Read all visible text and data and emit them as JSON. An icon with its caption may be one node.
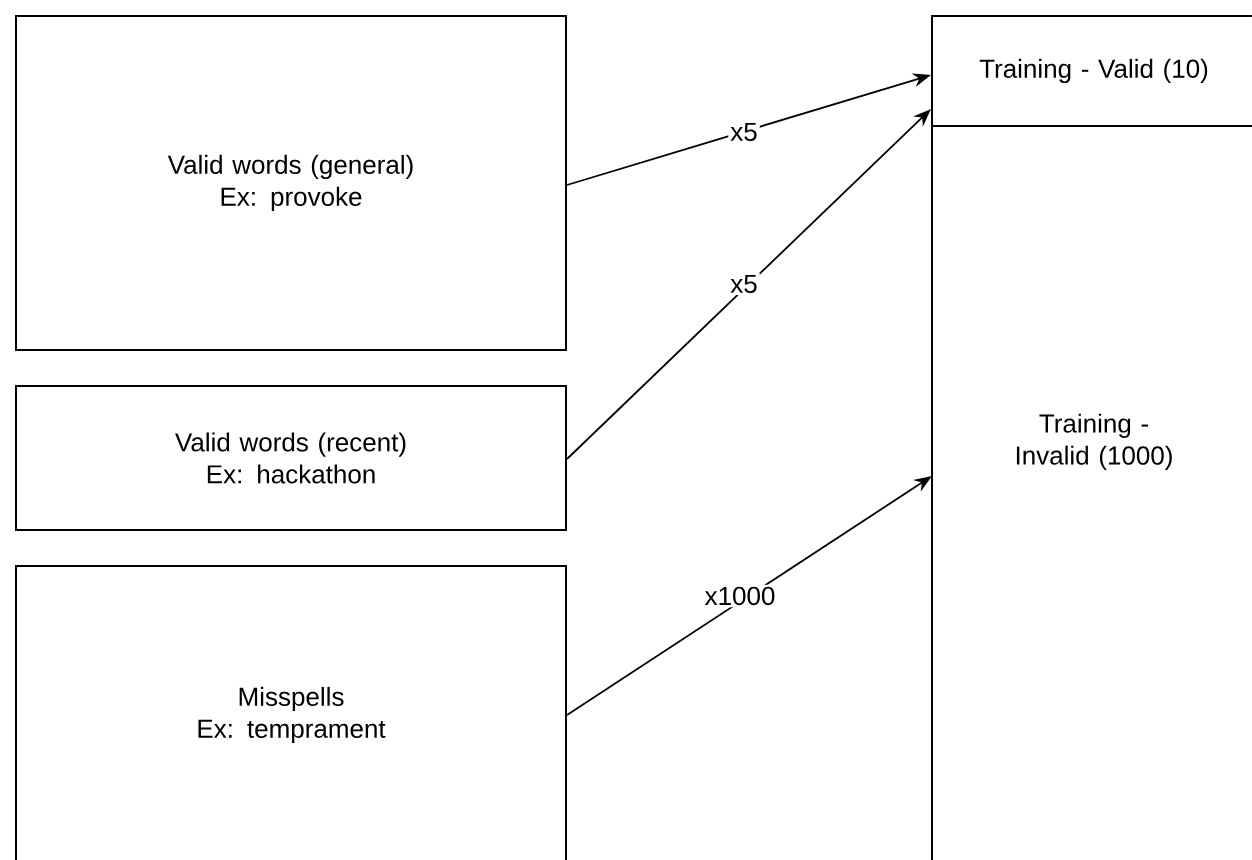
{
  "diagram": {
    "nodes": [
      {
        "text": [
          "Valid words (general)",
          "Ex: provoke"
        ]
      },
      {
        "text": [
          "Valid words (recent)",
          "Ex: hackathon"
        ]
      },
      {
        "text": [
          "Misspells",
          "Ex: temprament"
        ]
      },
      {
        "text": [
          "Training - Valid (10)"
        ]
      },
      {
        "text": [
          "Training - Invalid (1000)"
        ]
      }
    ],
    "edges": [
      {
        "from": 0,
        "to": 3,
        "arrow": "to",
        "label": "x5"
      },
      {
        "from": 1,
        "to": 3,
        "arrow": "to",
        "label": "x5"
      },
      {
        "from": 2,
        "to": 4,
        "arrow": "to",
        "label": "x1000"
      }
    ]
  }
}
